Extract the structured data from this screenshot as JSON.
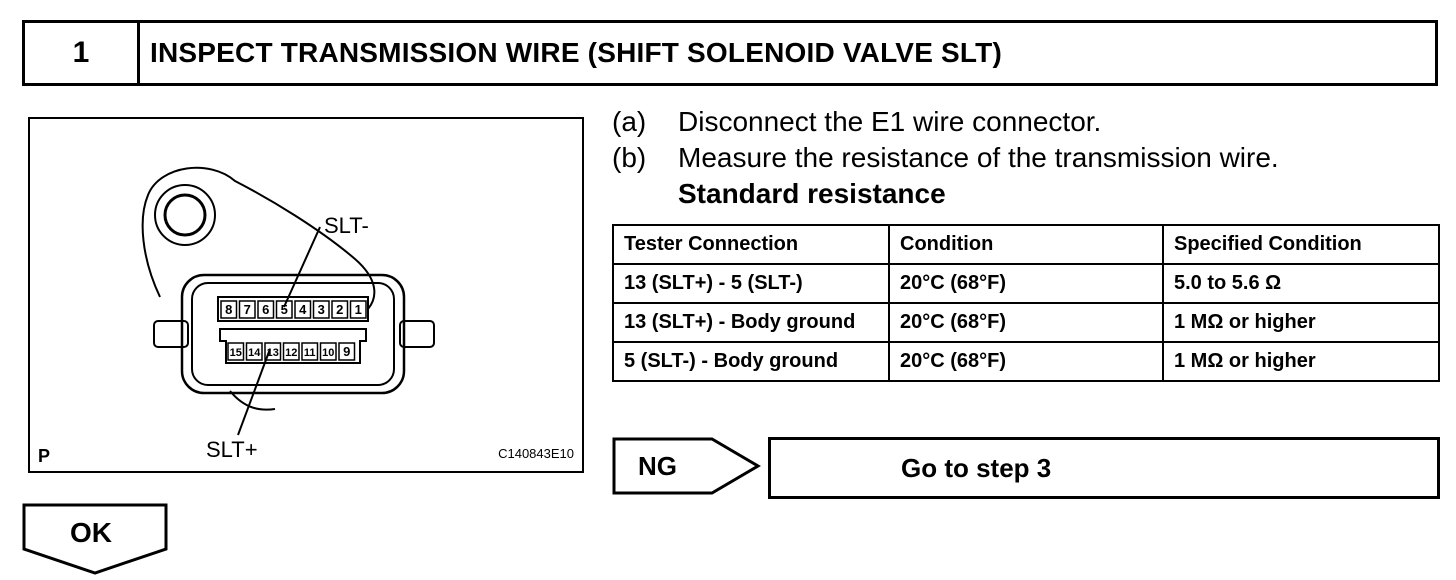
{
  "header": {
    "step_number": "1",
    "title": "INSPECT TRANSMISSION WIRE (SHIFT SOLENOID VALVE SLT)"
  },
  "illustration": {
    "label_slt_minus": "SLT-",
    "label_slt_plus": "SLT+",
    "corner_label": "P",
    "figure_code": "C140843E10",
    "top_row_pins": [
      "8",
      "7",
      "6",
      "5",
      "4",
      "3",
      "2",
      "1"
    ],
    "bottom_row_pins": [
      "15",
      "14",
      "13",
      "12",
      "11",
      "10",
      "9"
    ]
  },
  "instructions": [
    {
      "label": "(a)",
      "text": "Disconnect the E1 wire connector."
    },
    {
      "label": "(b)",
      "text": "Measure the resistance of the transmission wire."
    }
  ],
  "standard_resistance_heading": "Standard resistance",
  "table": {
    "headers": [
      "Tester Connection",
      "Condition",
      "Specified Condition"
    ],
    "rows": [
      [
        "13 (SLT+) - 5 (SLT-)",
        "20°C (68°F)",
        "5.0 to 5.6 Ω"
      ],
      [
        "13 (SLT+) - Body ground",
        "20°C (68°F)",
        "1 MΩ or higher"
      ],
      [
        "5 (SLT-) - Body ground",
        "20°C (68°F)",
        "1 MΩ or higher"
      ]
    ]
  },
  "ng": {
    "label": "NG",
    "action": "Go to step 3"
  },
  "ok": {
    "label": "OK"
  }
}
